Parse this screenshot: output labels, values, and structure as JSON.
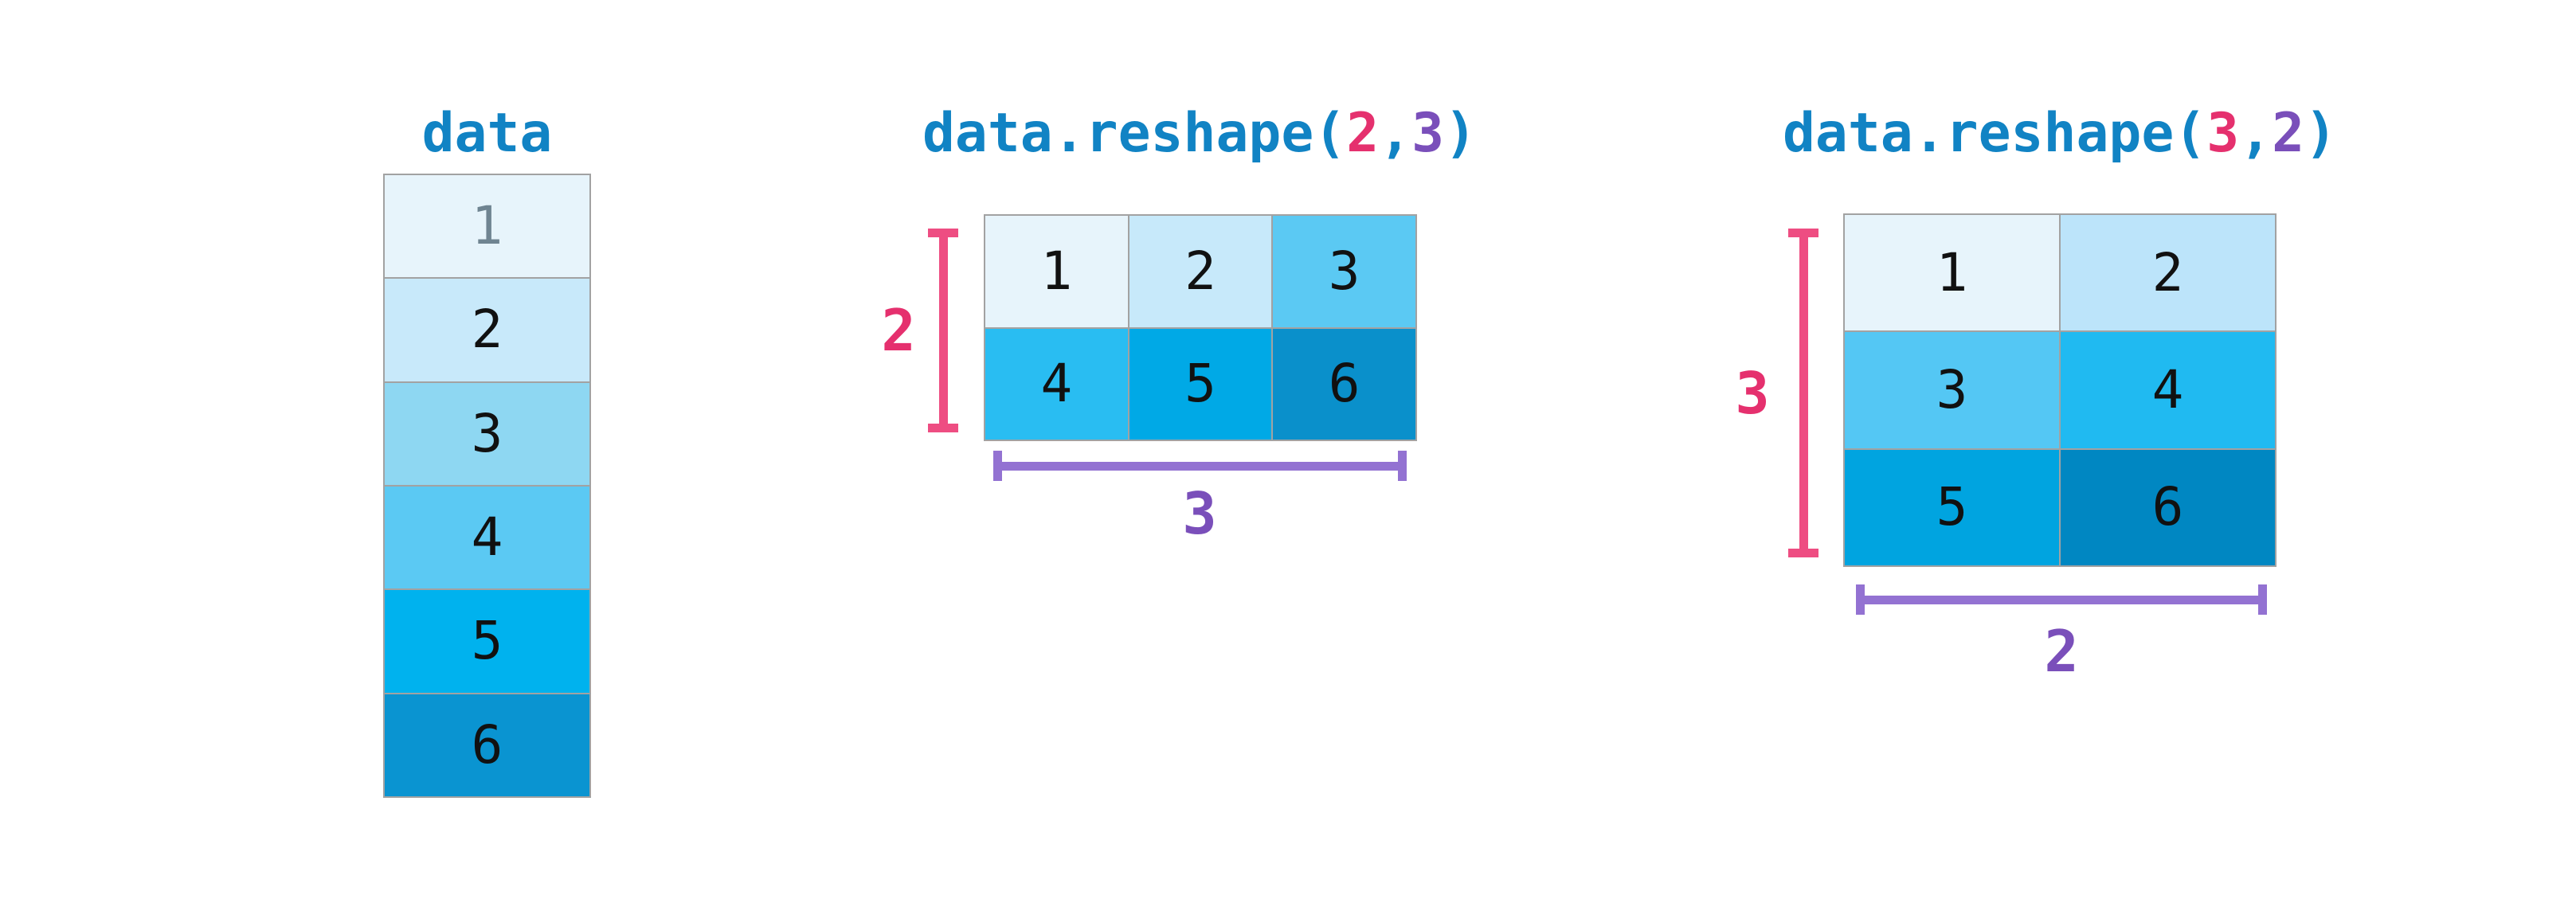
{
  "accent_colors": {
    "title_blue": "#1183c4",
    "rows_pink_bracket": "#ee4d82",
    "rows_pink_label": "#e5306e",
    "cols_purple_bracket": "#9372d2",
    "cols_purple_label": "#7a4fba",
    "grid_border_gray": "#a2a2a2",
    "muted_digit_gray": "#6f8491",
    "digit_black": "#111111"
  },
  "data_vector": {
    "title": "data",
    "cells": [
      {
        "value": "1",
        "bg": "#e7f4fb",
        "fg": "#6f8491"
      },
      {
        "value": "2",
        "bg": "#c8e9fa",
        "fg": "#111111"
      },
      {
        "value": "3",
        "bg": "#8ed7f2",
        "fg": "#111111"
      },
      {
        "value": "4",
        "bg": "#5bc9f3",
        "fg": "#111111"
      },
      {
        "value": "5",
        "bg": "#00b2ee",
        "fg": "#111111"
      },
      {
        "value": "6",
        "bg": "#0a94d1",
        "fg": "#111111"
      }
    ]
  },
  "reshape23": {
    "title": {
      "prefix": "data.reshape(",
      "rows_arg": "2",
      "comma": ",",
      "cols_arg": "3",
      "close": ")"
    },
    "row_count_label": "2",
    "col_count_label": "3",
    "cells": [
      [
        {
          "value": "1",
          "bg": "#e7f4fb",
          "fg": "#111111"
        },
        {
          "value": "2",
          "bg": "#c7e9fa",
          "fg": "#111111"
        },
        {
          "value": "3",
          "bg": "#5bc9f3",
          "fg": "#111111"
        }
      ],
      [
        {
          "value": "4",
          "bg": "#29bdf2",
          "fg": "#111111"
        },
        {
          "value": "5",
          "bg": "#00a9e6",
          "fg": "#111111"
        },
        {
          "value": "6",
          "bg": "#0a90cb",
          "fg": "#111111"
        }
      ]
    ]
  },
  "reshape32": {
    "title": {
      "prefix": "data.reshape(",
      "rows_arg": "3",
      "comma": ",",
      "cols_arg": "2",
      "close": ")"
    },
    "row_count_label": "3",
    "col_count_label": "2",
    "cells": [
      [
        {
          "value": "1",
          "bg": "#e7f4fb",
          "fg": "#111111"
        },
        {
          "value": "2",
          "bg": "#bce4fa",
          "fg": "#111111"
        }
      ],
      [
        {
          "value": "3",
          "bg": "#54c7f4",
          "fg": "#111111"
        },
        {
          "value": "4",
          "bg": "#20baf1",
          "fg": "#111111"
        }
      ],
      [
        {
          "value": "5",
          "bg": "#00a4e0",
          "fg": "#111111"
        },
        {
          "value": "6",
          "bg": "#0087c2",
          "fg": "#111111"
        }
      ]
    ]
  }
}
